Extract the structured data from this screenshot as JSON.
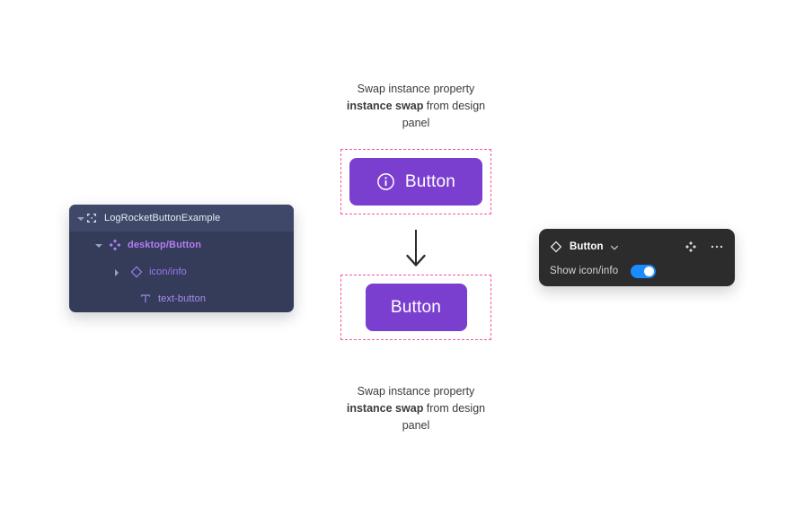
{
  "layers_panel": {
    "name": "figma-layers-panel",
    "rows": [
      {
        "label": "LogRocketButtonExample",
        "icon": "frame-icon",
        "indent": 0,
        "disclosure": "down",
        "selected": true,
        "type": "frame"
      },
      {
        "label": "desktop/Button",
        "icon": "component-icon",
        "indent": 1,
        "disclosure": "down",
        "selected": false,
        "type": "component"
      },
      {
        "label": "icon/info",
        "icon": "instance-icon",
        "indent": 2,
        "disclosure": "right",
        "selected": false,
        "type": "instance"
      },
      {
        "label": "text-button",
        "icon": "text-icon",
        "indent": 3,
        "disclosure": "none",
        "selected": false,
        "type": "text"
      }
    ]
  },
  "captions": {
    "top": {
      "line1": "Swap instance property",
      "bold": "instance swap",
      "after": " from design",
      "line3": "panel"
    },
    "bottom": {
      "line1": "Swap instance property",
      "bold": "instance swap",
      "after": " from design",
      "line3": "panel"
    }
  },
  "buttons": {
    "top": {
      "label": "Button",
      "icon": "info-icon",
      "has_icon": true
    },
    "bottom": {
      "label": "Button",
      "icon": "",
      "has_icon": false
    }
  },
  "arrow": {
    "direction": "down"
  },
  "design_panel": {
    "title": "Button",
    "property_label": "Show icon/info",
    "toggle_state": "on",
    "icons": [
      "instance-diamond-icon",
      "chevron-down-icon",
      "swap-instance-icon",
      "more-options-icon"
    ]
  },
  "colors": {
    "purple_button": "#7b3fd0",
    "selection_pink": "#f655a8",
    "panel_dark_blue": "#343c5a",
    "panel_row_selected": "#3f4868",
    "design_panel_bg": "#2c2c2c",
    "toggle_on_blue": "#1a8cff",
    "component_purple": "#b47cf5"
  }
}
